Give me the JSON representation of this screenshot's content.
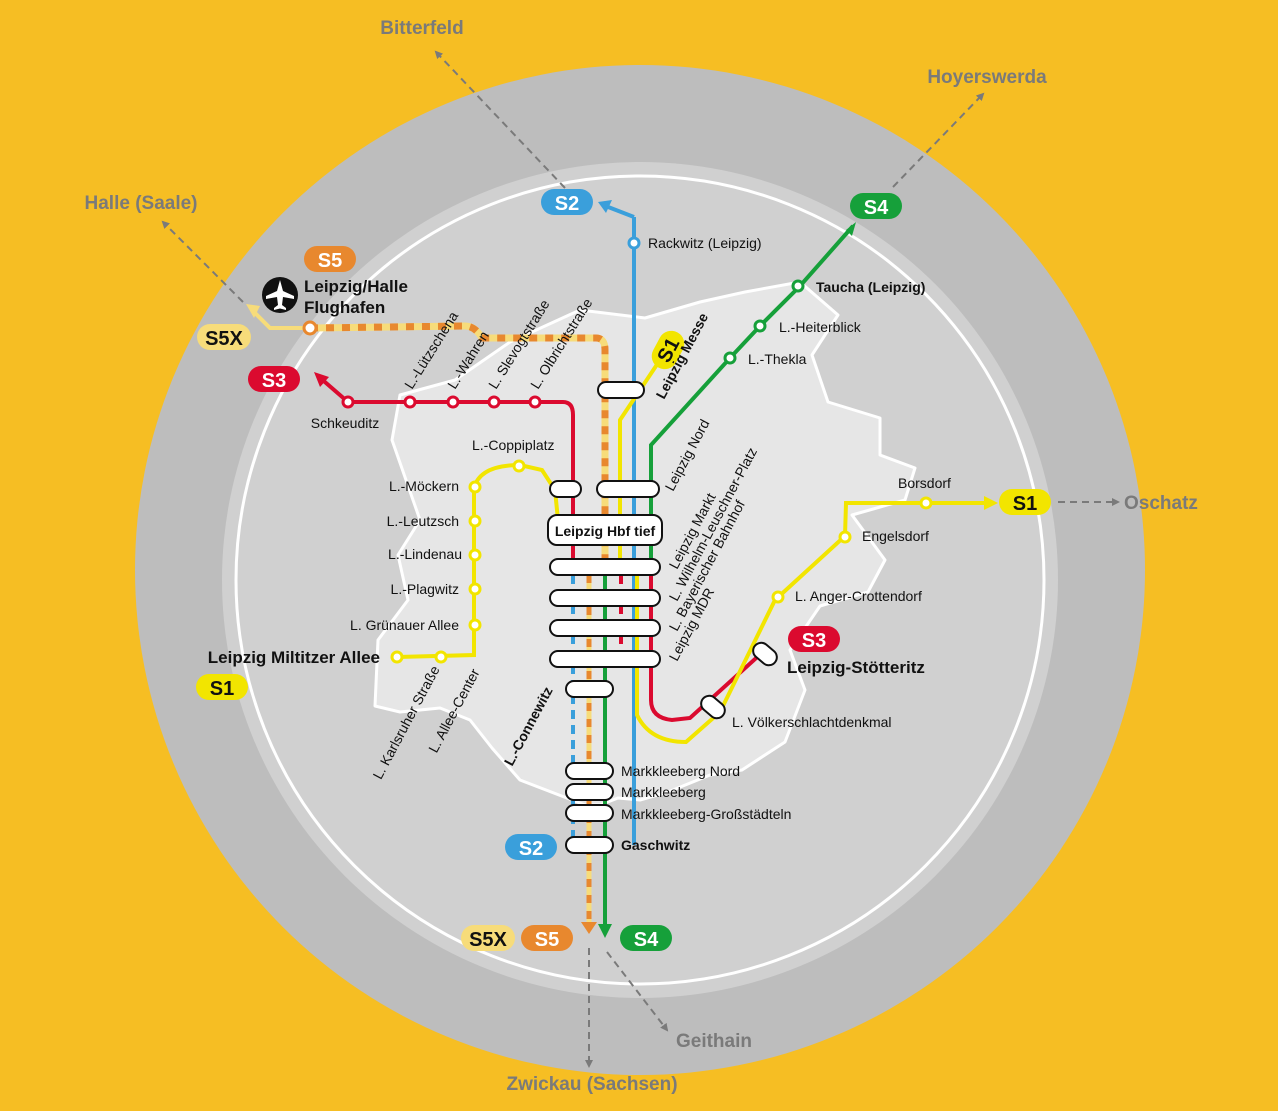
{
  "colors": {
    "background": "#F6BE23",
    "outer_ring": "#BDBDBD",
    "inner_area": "#D0D0D0",
    "city_area": "#E6E6E6",
    "S1": "#F2E500",
    "S2": "#3A9FDB",
    "S3": "#DB0A2F",
    "S4": "#16A03A",
    "S5": "#E8882E",
    "S5X": "#F7DC7A",
    "destination_text": "#7A7A7A"
  },
  "lines": {
    "S1": "S1",
    "S2": "S2",
    "S3": "S3",
    "S4": "S4",
    "S5": "S5",
    "S5X": "S5X"
  },
  "destinations": {
    "bitterfeld": "Bitterfeld",
    "hoyerswerda": "Hoyerswerda",
    "halle": "Halle (Saale)",
    "oschatz": "Oschatz",
    "geithain": "Geithain",
    "zwickau": "Zwickau (Sachsen)"
  },
  "stations": {
    "rackwitz": "Rackwitz (Leipzig)",
    "taucha": "Taucha (Leipzig)",
    "heiterblick": "L.-Heiterblick",
    "thekla": "L.-Thekla",
    "messe": "Leipzig Messe",
    "nord": "Leipzig Nord",
    "flughafen_1": "Leipzig/Halle",
    "flughafen_2": "Flughafen",
    "schkeuditz": "Schkeuditz",
    "luetzschena": "L.-Lützschena",
    "wahren": "L.-Wahren",
    "slevogtstrasse": "L. Slevogtstraße",
    "olbrichtstrasse": "L. Olbrichtstraße",
    "coppiplatz": "L.-Coppiplatz",
    "moeckern": "L.-Möckern",
    "leutzsch": "L.-Leutzsch",
    "lindenau": "L.-Lindenau",
    "plagwitz": "L.-Plagwitz",
    "gruenauer_allee": "L. Grünauer Allee",
    "miltitzer_allee": "Leipzig Miltitzer Allee",
    "karlsruher_strasse": "L. Karlsruher Straße",
    "allee_center": "L. Allee-Center",
    "hbf_tief": "Leipzig Hbf tief",
    "markt": "Leipzig Markt",
    "leuschner_platz": "L. Wilhelm-Leuschner-Platz",
    "bayerischer_bahnhof": "L. Bayerischer Bahnhof",
    "mdr": "Leipzig MDR",
    "connewitz": "L.-Connewitz",
    "markkleeberg_nord": "Markkleeberg Nord",
    "markkleeberg": "Markkleeberg",
    "grossstaedteln": "Markkleeberg-Großstädteln",
    "gaschwitz": "Gaschwitz",
    "borsdorf": "Borsdorf",
    "engelsdorf": "Engelsdorf",
    "anger_crottendorf": "L. Anger-Crottendorf",
    "stoetteritz": "Leipzig-Stötteritz",
    "voelkerschlachtdenkmal": "L. Völkerschlachtdenkmal"
  },
  "icons": {
    "airport": "airplane-icon",
    "direction_arrow": "chevron-right-icon"
  }
}
